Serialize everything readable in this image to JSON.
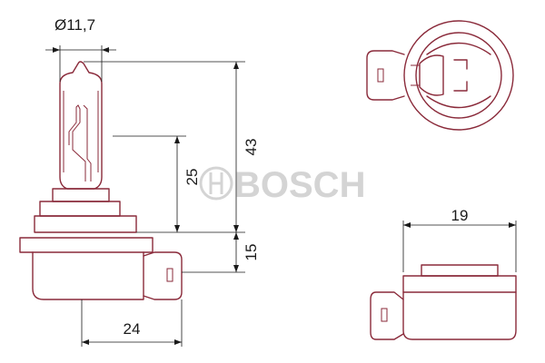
{
  "watermark": {
    "text": "BOSCH"
  },
  "dimensions": {
    "bulb_diameter": "Ø11,7",
    "light_center_height": "25",
    "total_height": "43",
    "base_height": "15",
    "base_width": "24",
    "connector_width": "19"
  },
  "colors": {
    "part_outline": "#8a2a3a",
    "dimension_line": "#1a1a1a",
    "watermark": "#d4d4d4"
  }
}
